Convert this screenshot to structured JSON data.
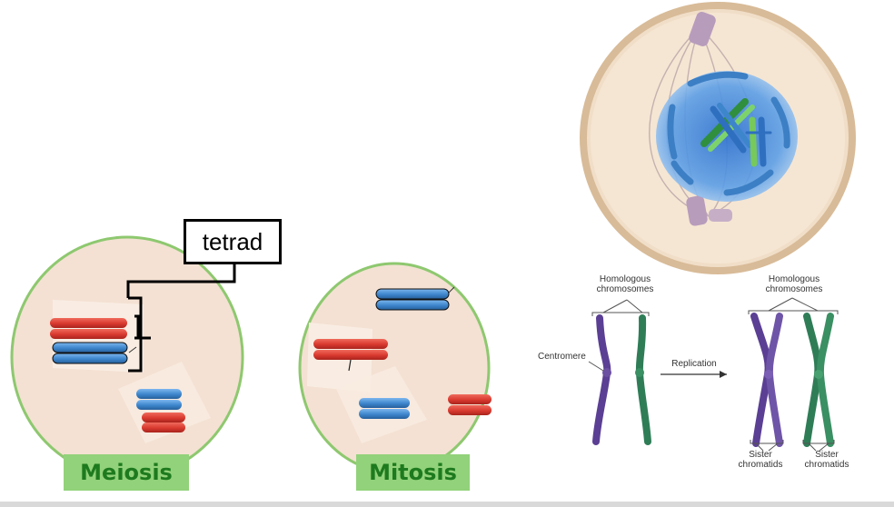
{
  "labels": {
    "tetrad": "tetrad",
    "meiosis": "Meiosis",
    "mitosis": "Mitosis",
    "homologous_left": "Homologous chromosomes",
    "homologous_right": "Homologous chromosomes",
    "centromere": "Centromere",
    "replication": "Replication",
    "sister_left": "Sister chromatids",
    "sister_right": "Sister chromatids"
  },
  "colors": {
    "cell_fill": "#f4e1d3",
    "chromosome_red": "#d9392f",
    "chromosome_blue": "#3d86cc",
    "chromosome_purple": "#6b4fa0",
    "chromosome_green": "#3a8f63",
    "label_bg": "#92d27a",
    "label_text": "#1e7a1e"
  }
}
